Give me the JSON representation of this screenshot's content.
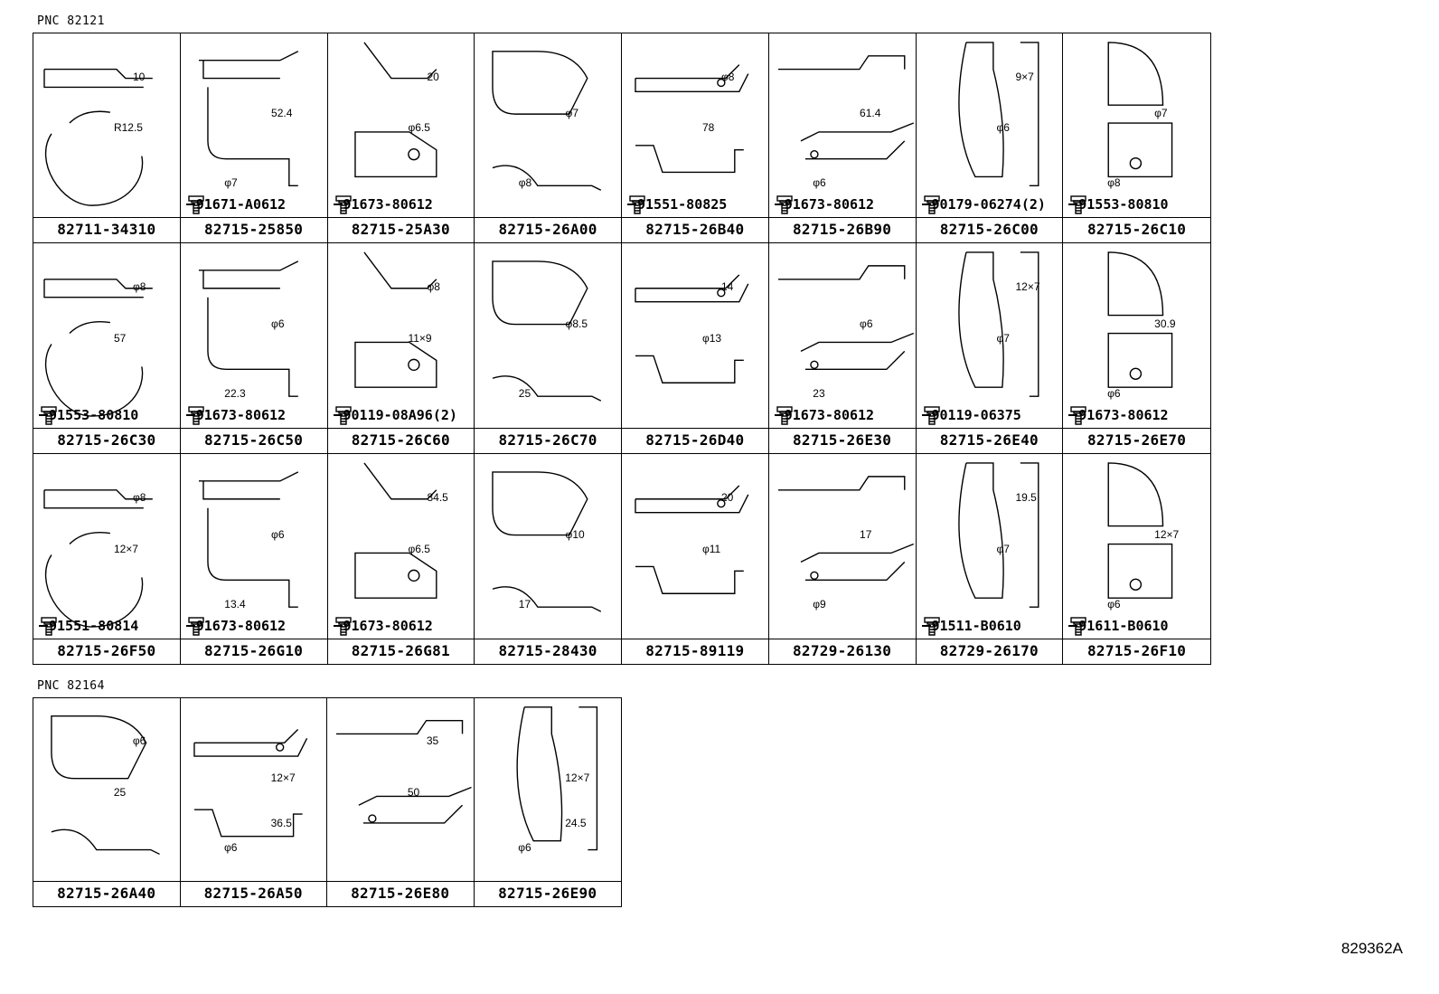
{
  "section1": {
    "pnc": "PNC 82121",
    "cells": [
      {
        "part": "82711-34310",
        "bolt": "",
        "dims": [
          "10",
          "R12.5"
        ]
      },
      {
        "part": "82715-25850",
        "bolt": "91671-A0612",
        "dims": [
          "52.4",
          "φ7"
        ]
      },
      {
        "part": "82715-25A30",
        "bolt": "91673-80612",
        "dims": [
          "20",
          "φ6.5"
        ]
      },
      {
        "part": "82715-26A00",
        "bolt": "",
        "dims": [
          "φ7",
          "φ8"
        ]
      },
      {
        "part": "82715-26B40",
        "bolt": "91551-80825",
        "dims": [
          "φ8",
          "78"
        ]
      },
      {
        "part": "82715-26B90",
        "bolt": "91673-80612",
        "dims": [
          "61.4",
          "φ6"
        ]
      },
      {
        "part": "82715-26C00",
        "bolt": "90179-06274(2)",
        "dims": [
          "9×7",
          "φ6"
        ]
      },
      {
        "part": "82715-26C10",
        "bolt": "91553-80810",
        "dims": [
          "φ7",
          "φ8"
        ]
      },
      {
        "part": "82715-26C30",
        "bolt": "91553-80810",
        "dims": [
          "φ8",
          "57"
        ]
      },
      {
        "part": "82715-26C50",
        "bolt": "91673-80612",
        "dims": [
          "φ6",
          "22.3"
        ]
      },
      {
        "part": "82715-26C60",
        "bolt": "90119-08A96(2)",
        "dims": [
          "φ8",
          "11×9"
        ]
      },
      {
        "part": "82715-26C70",
        "bolt": "",
        "dims": [
          "φ8.5",
          "25"
        ]
      },
      {
        "part": "82715-26D40",
        "bolt": "",
        "dims": [
          "14",
          "φ13"
        ]
      },
      {
        "part": "82715-26E30",
        "bolt": "91673-80612",
        "dims": [
          "φ6",
          "23"
        ]
      },
      {
        "part": "82715-26E40",
        "bolt": "90119-06375",
        "dims": [
          "12×7",
          "φ7"
        ]
      },
      {
        "part": "82715-26E70",
        "bolt": "91673-80612",
        "dims": [
          "30.9",
          "φ6"
        ]
      },
      {
        "part": "82715-26F50",
        "bolt": "91551-80814",
        "dims": [
          "φ8",
          "12×7"
        ]
      },
      {
        "part": "82715-26G10",
        "bolt": "91673-80612",
        "dims": [
          "φ6",
          "13.4"
        ]
      },
      {
        "part": "82715-26G81",
        "bolt": "91673-80612",
        "dims": [
          "84.5",
          "φ6.5"
        ]
      },
      {
        "part": "82715-28430",
        "bolt": "",
        "dims": [
          "φ10",
          "17"
        ]
      },
      {
        "part": "82715-89119",
        "bolt": "",
        "dims": [
          "20",
          "φ11"
        ]
      },
      {
        "part": "82729-26130",
        "bolt": "",
        "dims": [
          "17",
          "φ9"
        ]
      },
      {
        "part": "82729-26170",
        "bolt": "91511-B0610",
        "dims": [
          "19.5",
          "φ7"
        ]
      },
      {
        "part": "82715-26F10",
        "bolt": "91611-B0610",
        "dims": [
          "12×7",
          "φ6"
        ]
      }
    ]
  },
  "section2": {
    "pnc": "PNC 82164",
    "cells": [
      {
        "part": "82715-26A40",
        "bolt": "",
        "dims": [
          "φ6",
          "25"
        ]
      },
      {
        "part": "82715-26A50",
        "bolt": "",
        "dims": [
          "12×7",
          "φ6",
          "36.5"
        ]
      },
      {
        "part": "82715-26E80",
        "bolt": "",
        "dims": [
          "35",
          "50"
        ]
      },
      {
        "part": "82715-26E90",
        "bolt": "",
        "dims": [
          "12×7",
          "φ6",
          "24.5"
        ]
      }
    ]
  },
  "figure_id": "829362A"
}
